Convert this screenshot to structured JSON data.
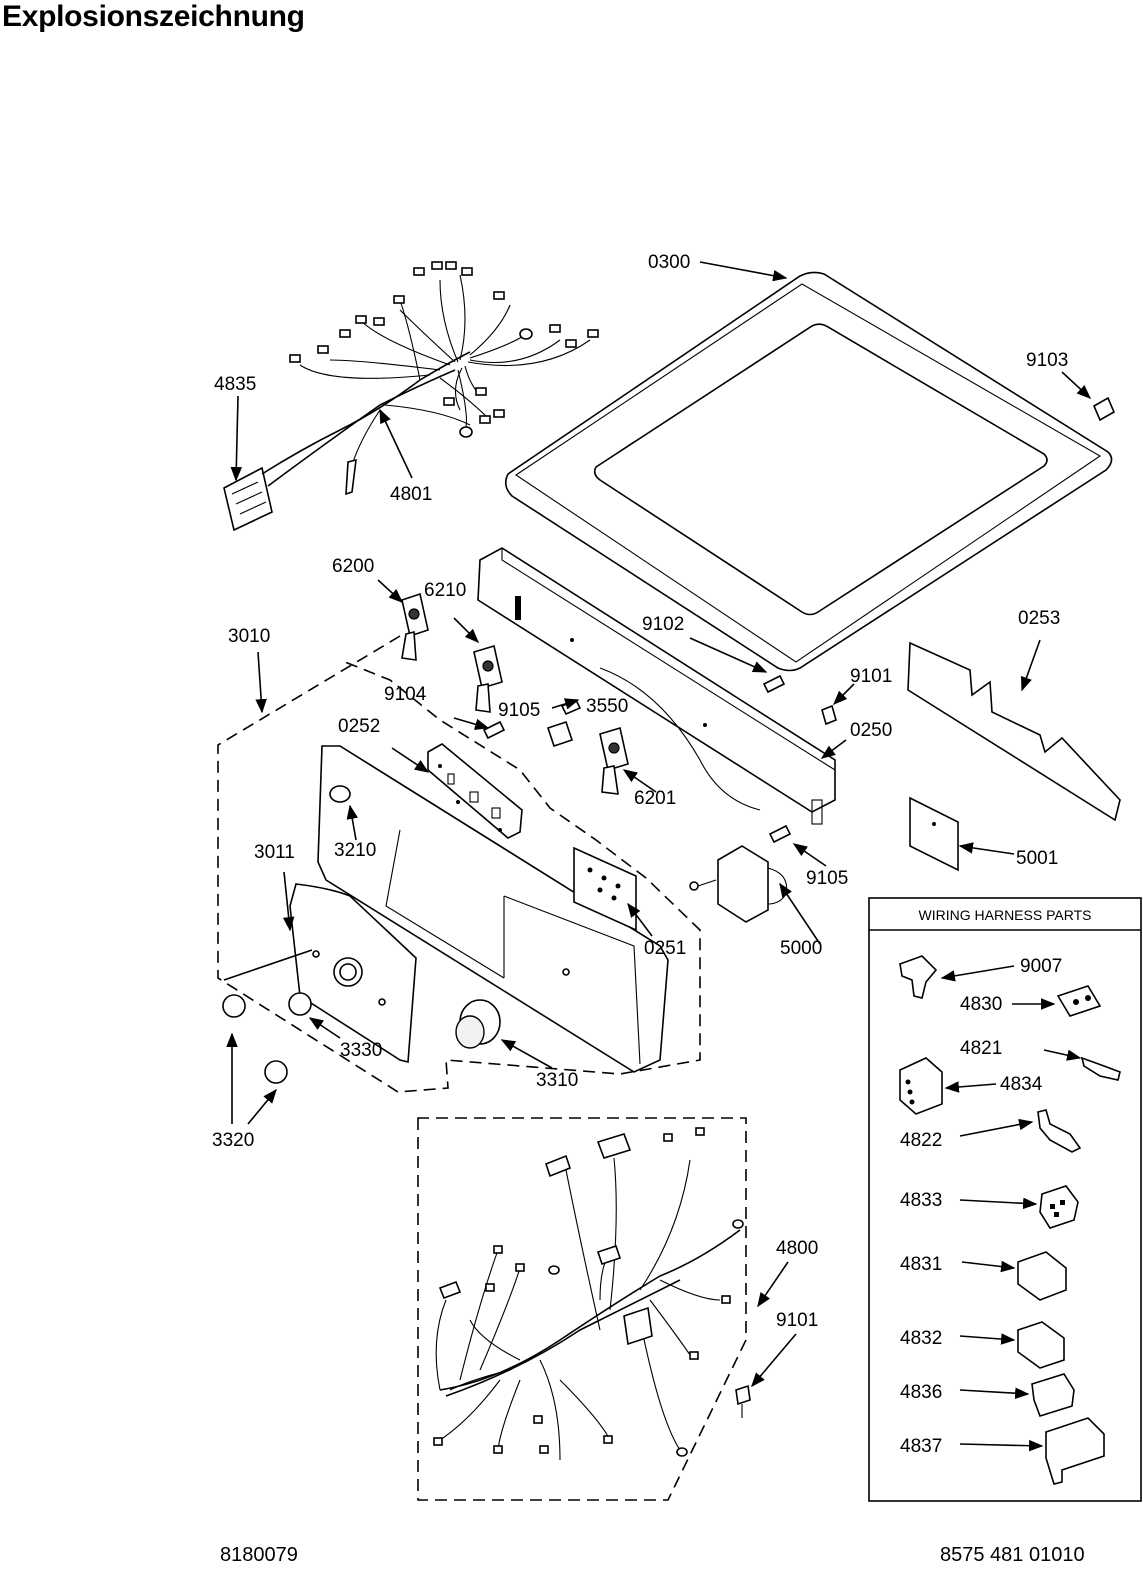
{
  "title": "Explosionszeichnung",
  "footer": {
    "left": "8180079",
    "right": "8575 481 01010"
  },
  "wiring_box": {
    "title": "WIRING HARNESS PARTS"
  },
  "callouts": {
    "0300": "0300",
    "9103": "9103",
    "4835": "4835",
    "4801": "4801",
    "6200": "6200",
    "6210": "6210",
    "3010": "3010",
    "9102": "9102",
    "0253": "0253",
    "9101a": "9101",
    "9104": "9104",
    "3550": "3550",
    "9105a": "9105",
    "0252": "0252",
    "0250": "0250",
    "6201": "6201",
    "3210": "3210",
    "3011": "3011",
    "9105b": "9105",
    "5001": "5001",
    "0251": "0251",
    "5000": "5000",
    "3330": "3330",
    "3310": "3310",
    "3320": "3320",
    "4800": "4800",
    "9101b": "9101",
    "9007": "9007",
    "4830": "4830",
    "4821": "4821",
    "4834": "4834",
    "4822": "4822",
    "4833": "4833",
    "4831": "4831",
    "4832": "4832",
    "4836": "4836",
    "4837": "4837"
  }
}
